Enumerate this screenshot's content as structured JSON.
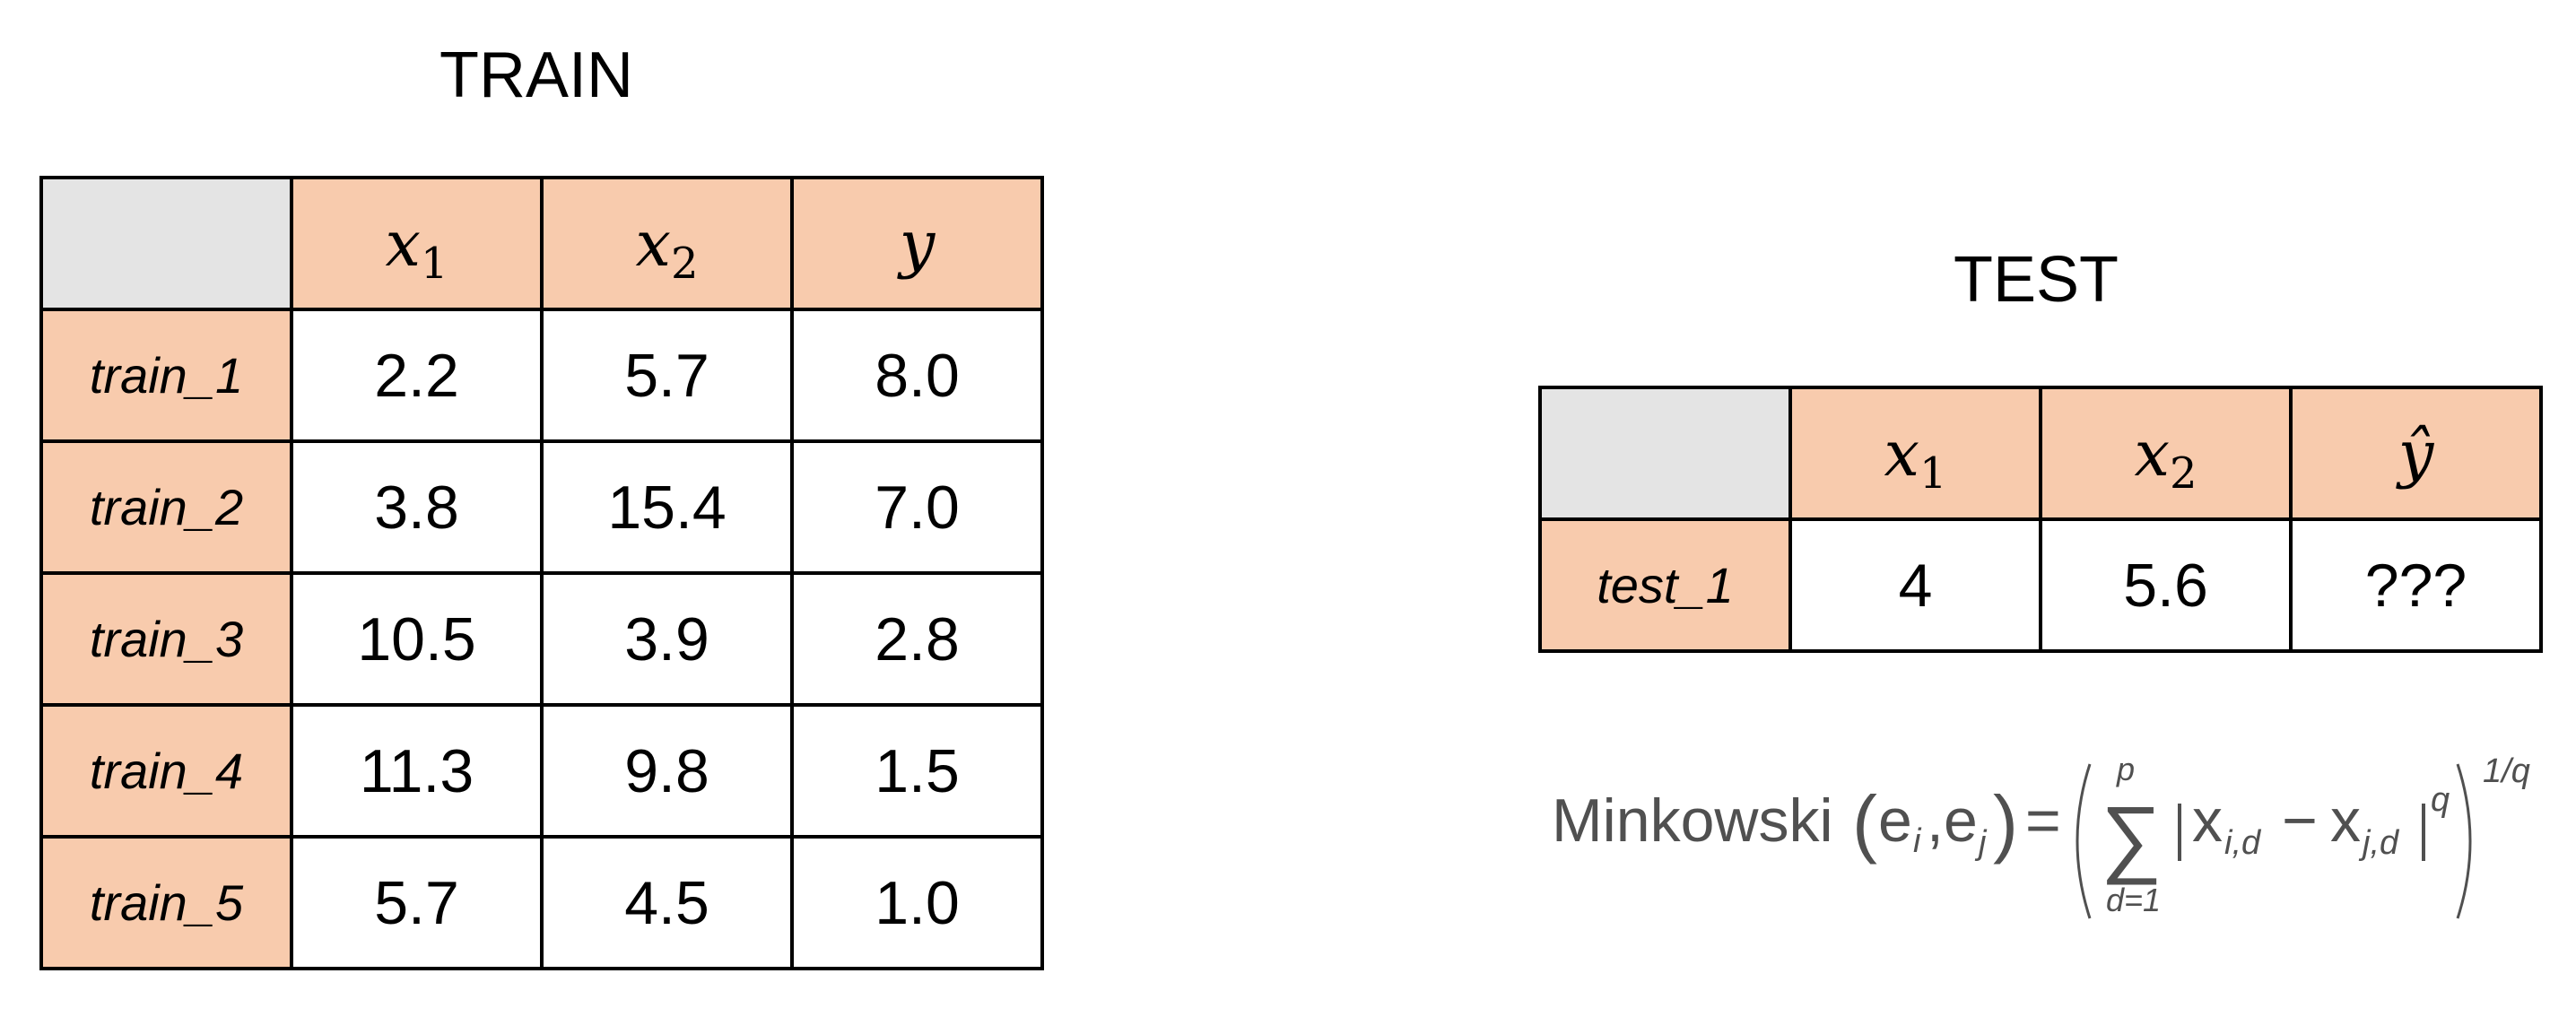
{
  "train": {
    "title": "TRAIN",
    "headers": [
      {
        "var": "x",
        "sub": "1"
      },
      {
        "var": "x",
        "sub": "2"
      },
      {
        "var": "y",
        "sub": ""
      }
    ],
    "rows": [
      {
        "label": "train_1",
        "values": [
          "2.2",
          "5.7",
          "8.0"
        ]
      },
      {
        "label": "train_2",
        "values": [
          "3.8",
          "15.4",
          "7.0"
        ]
      },
      {
        "label": "train_3",
        "values": [
          "10.5",
          "3.9",
          "2.8"
        ]
      },
      {
        "label": "train_4",
        "values": [
          "11.3",
          "9.8",
          "1.5"
        ]
      },
      {
        "label": "train_5",
        "values": [
          "5.7",
          "4.5",
          "1.0"
        ]
      }
    ]
  },
  "test": {
    "title": "TEST",
    "headers": [
      {
        "var": "x",
        "sub": "1"
      },
      {
        "var": "x",
        "sub": "2"
      },
      {
        "var": "ŷ",
        "sub": ""
      }
    ],
    "rows": [
      {
        "label": "test_1",
        "values": [
          "4",
          "5.6",
          "???"
        ]
      }
    ]
  },
  "formula": {
    "name": "Minkowski",
    "lhs_args": {
      "e": "e",
      "i": "i",
      "j": "j"
    },
    "equals": "=",
    "sum_upper": "p",
    "sum_lower": "d=1",
    "term": {
      "x": "x",
      "sub_i": "i,d",
      "minus": "−",
      "sub_j": "j,d",
      "power": "q"
    },
    "outer_power": "1/q"
  },
  "colors": {
    "header_fill": "#f8cbad",
    "corner_fill": "#e4e4e4",
    "border": "#000000",
    "formula_text": "#505050"
  }
}
